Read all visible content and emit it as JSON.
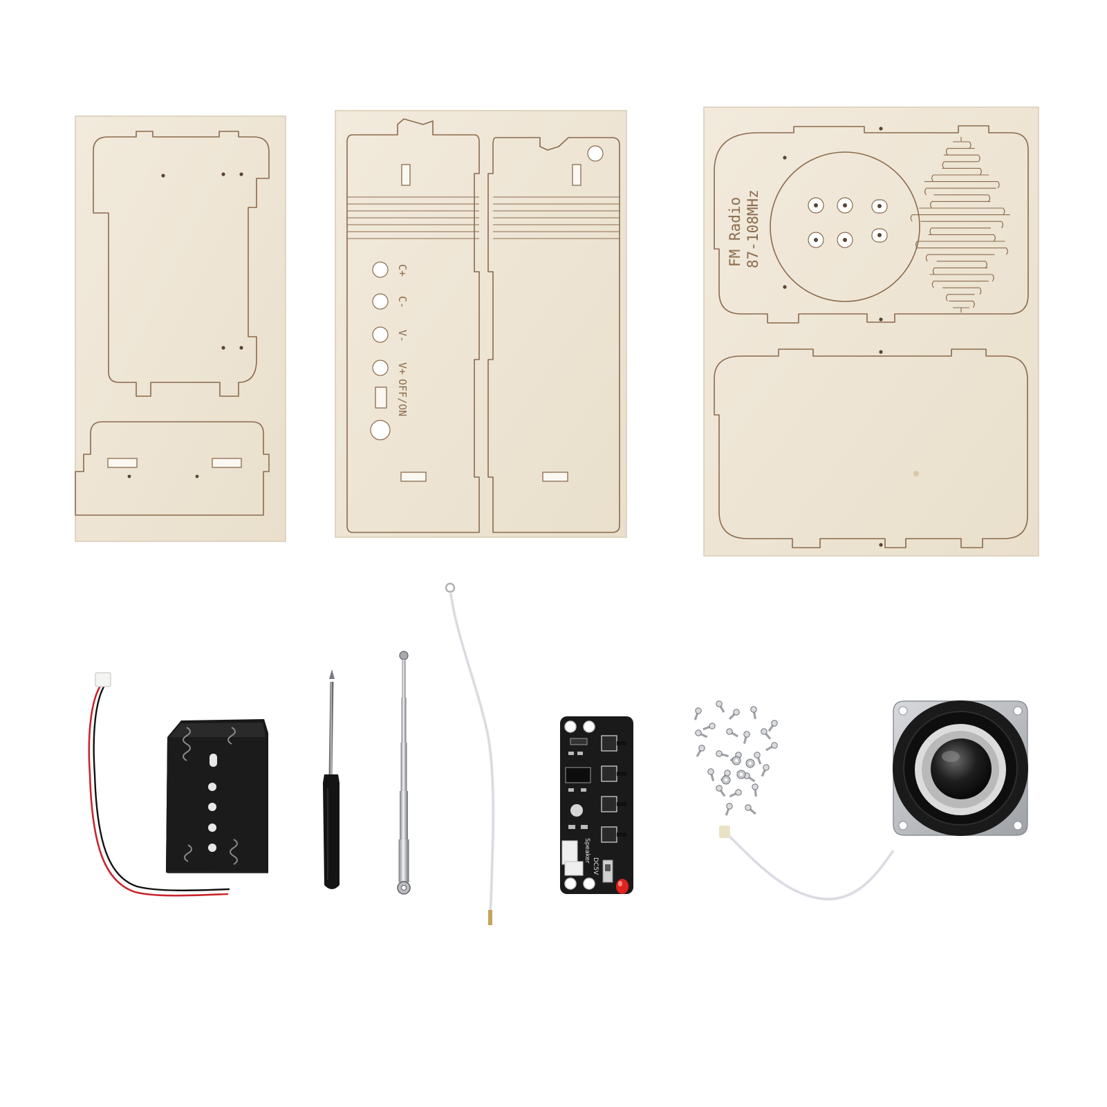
{
  "colors": {
    "background": "#ffffff",
    "plywood": "#efe6d6",
    "plywood_edge": "#d9ccb6",
    "etch": "#8a6a4c",
    "plastic_black": "#141414",
    "pcb_black": "#1a1a1a",
    "wire_red": "#c8262d",
    "led_red": "#e0231d",
    "speaker_frame": "#bfc2c6"
  },
  "panel_middle": {
    "labels": [
      "C+",
      "C-",
      "V-",
      "V+",
      "OFF/ON"
    ]
  },
  "panel_right": {
    "label_line1": "FM Radio",
    "label_line2": "87-108MHz"
  },
  "pcb": {
    "silk_speaker": "Speaker",
    "silk_power": "DC5V"
  },
  "icons": {
    "battery_holder": "battery-holder-icon",
    "screwdriver": "screwdriver-icon",
    "antenna": "telescopic-antenna-icon",
    "wire": "white-wire-icon",
    "pcb": "radio-pcb-icon",
    "screws": "screws-icon",
    "speaker": "speaker-icon"
  }
}
